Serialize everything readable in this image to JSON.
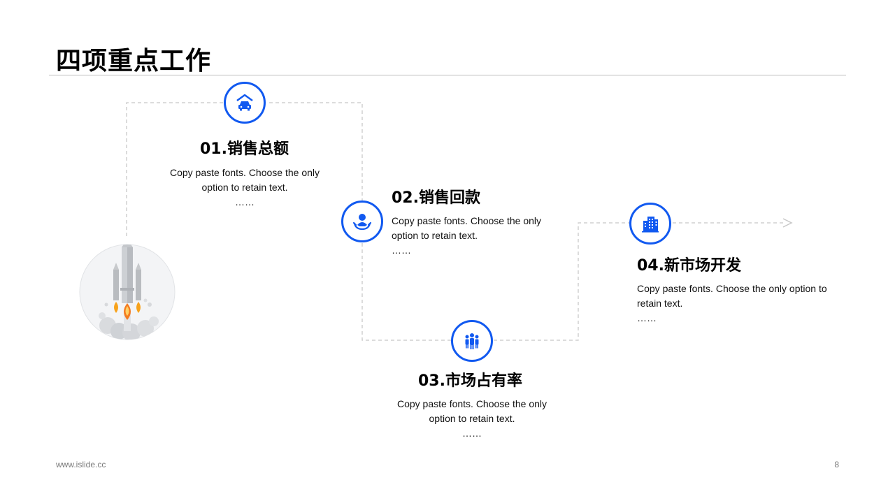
{
  "slide": {
    "title": "四项重点工作",
    "footer_url": "www.islide.cc",
    "page_number": "8"
  },
  "colors": {
    "accent": "#1159f0",
    "connector": "#c8c8c8"
  },
  "steps": [
    {
      "title": "01.销售总额",
      "desc_line1": "Copy paste fonts. Choose the only",
      "desc_line2": "option to retain text.",
      "ellipsis": "……",
      "icon": "car-garage-icon"
    },
    {
      "title": "02.销售回款",
      "desc_line1": "Copy paste fonts. Choose the only",
      "desc_line2": "option to retain text.",
      "ellipsis": "……",
      "icon": "person-hands-icon"
    },
    {
      "title": "03.市场占有率",
      "desc_line1": "Copy paste fonts. Choose the only",
      "desc_line2": "option to retain text.",
      "ellipsis": "……",
      "icon": "group-people-icon"
    },
    {
      "title": "04.新市场开发",
      "desc_line1": "Copy paste fonts. Choose the only option to",
      "desc_line2": "retain text.",
      "ellipsis": "……",
      "icon": "buildings-icon"
    }
  ],
  "illustration": {
    "icon": "rocket-launch-icon"
  }
}
